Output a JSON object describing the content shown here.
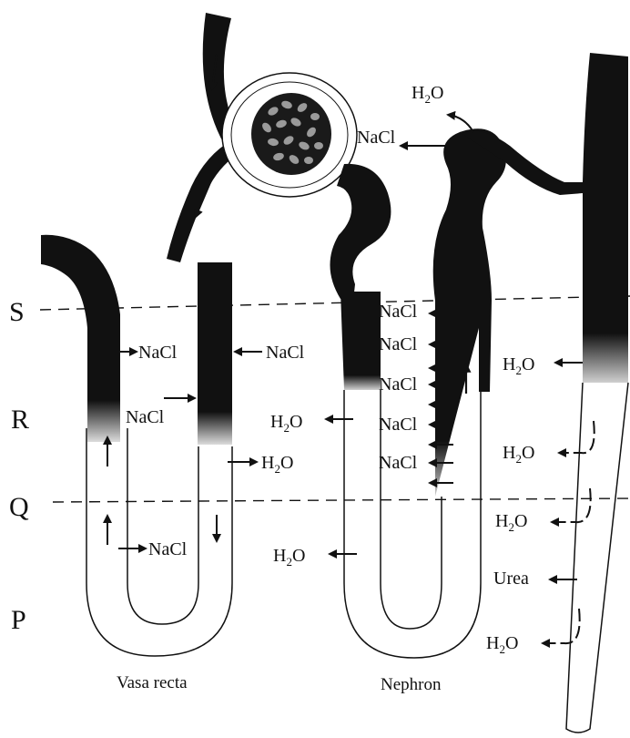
{
  "zones": {
    "s": "S",
    "r": "R",
    "q": "Q",
    "p": "P"
  },
  "captions": {
    "vasa_recta": "Vasa recta",
    "nephron": "Nephron"
  },
  "substances": {
    "nacl": "NaCl",
    "water_h": "H",
    "water_sub": "2",
    "water_o": "O",
    "urea": "Urea"
  },
  "colors": {
    "ink": "#111111",
    "glomerulus_cells": "#9a9a9a",
    "background": "#ffffff"
  }
}
